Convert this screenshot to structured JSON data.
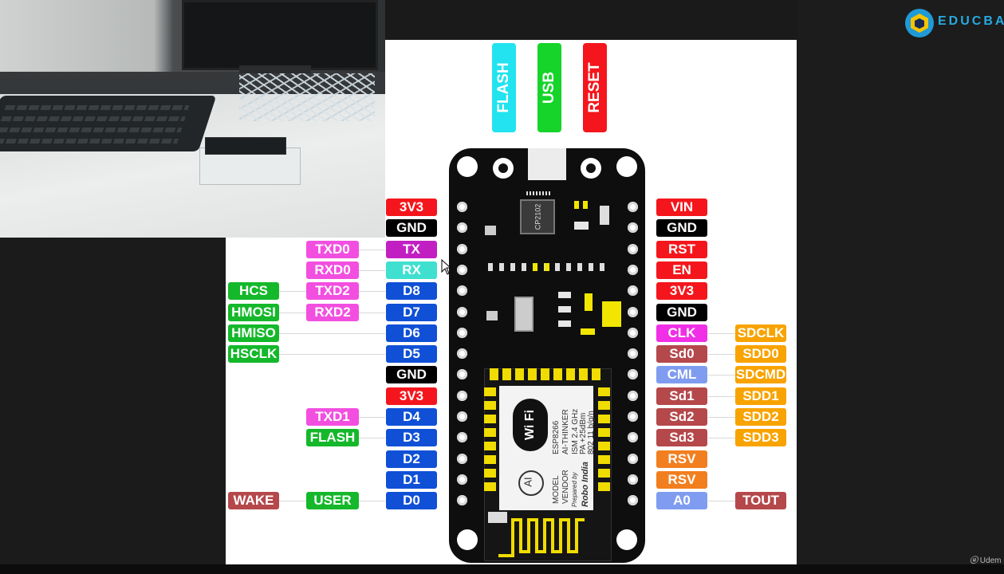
{
  "branding": {
    "logo_icon": "educba-shield-icon",
    "name": "EDUCBA",
    "watermark": "Udem"
  },
  "top_controls": [
    {
      "label": "FLASH",
      "color": "#22e3ef"
    },
    {
      "label": "USB",
      "color": "#16d42a"
    },
    {
      "label": "RESET",
      "color": "#f4161c"
    }
  ],
  "chips": {
    "usb_uart": "CP2102"
  },
  "module": {
    "wifi_badge": "Wi Fi",
    "lines": [
      "ESP8266",
      "AI-THINKER",
      "ISM 2.4 GHz",
      "PA +25dBm",
      "802 11 b/g/n"
    ],
    "model_label": "MODEL",
    "vendor_label": "VENDOR",
    "prepared_by": "Prepared by",
    "brand": "Robo India",
    "ai_logo": "AI"
  },
  "left_pins": [
    {
      "label": "3V3",
      "color": "#f4161c"
    },
    {
      "label": "GND",
      "color": "#000000"
    },
    {
      "label": "TX",
      "color": "#c21fc3",
      "alt": [
        {
          "label": "TXD0",
          "color": "#f24fe0"
        }
      ]
    },
    {
      "label": "RX",
      "color": "#3fe0d0",
      "alt": [
        {
          "label": "RXD0",
          "color": "#f24fe0"
        }
      ]
    },
    {
      "label": "D8",
      "color": "#1050d6",
      "alt": [
        {
          "label": "TXD2",
          "color": "#f24fe0"
        },
        {
          "label": "HCS",
          "color": "#14b82a"
        }
      ]
    },
    {
      "label": "D7",
      "color": "#1050d6",
      "alt": [
        {
          "label": "RXD2",
          "color": "#f24fe0"
        },
        {
          "label": "HMOSI",
          "color": "#14b82a"
        }
      ]
    },
    {
      "label": "D6",
      "color": "#1050d6",
      "alt": [
        {
          "label": "HMISO",
          "color": "#14b82a"
        }
      ]
    },
    {
      "label": "D5",
      "color": "#1050d6",
      "alt": [
        {
          "label": "HSCLK",
          "color": "#14b82a"
        }
      ]
    },
    {
      "label": "GND",
      "color": "#000000"
    },
    {
      "label": "3V3",
      "color": "#f4161c"
    },
    {
      "label": "D4",
      "color": "#1050d6",
      "alt": [
        {
          "label": "TXD1",
          "color": "#f24fe0"
        }
      ]
    },
    {
      "label": "D3",
      "color": "#1050d6",
      "alt": [
        {
          "label": "FLASH",
          "color": "#14b82a"
        }
      ]
    },
    {
      "label": "D2",
      "color": "#1050d6"
    },
    {
      "label": "D1",
      "color": "#1050d6"
    },
    {
      "label": "D0",
      "color": "#1050d6",
      "alt": [
        {
          "label": "USER",
          "color": "#14b82a"
        },
        {
          "label": "WAKE",
          "color": "#b5484b"
        }
      ]
    }
  ],
  "right_pins": [
    {
      "label": "VIN",
      "color": "#f4161c"
    },
    {
      "label": "GND",
      "color": "#000000"
    },
    {
      "label": "RST",
      "color": "#f4161c"
    },
    {
      "label": "EN",
      "color": "#f4161c"
    },
    {
      "label": "3V3",
      "color": "#f4161c"
    },
    {
      "label": "GND",
      "color": "#000000"
    },
    {
      "label": "CLK",
      "color": "#f02fe6",
      "alt": {
        "label": "SDCLK",
        "color": "#f8a300"
      }
    },
    {
      "label": "Sd0",
      "color": "#b5484b",
      "alt": {
        "label": "SDD0",
        "color": "#f8a300"
      }
    },
    {
      "label": "CML",
      "color": "#7f9cf0",
      "alt": {
        "label": "SDCMD",
        "color": "#f8a300"
      }
    },
    {
      "label": "Sd1",
      "color": "#b5484b",
      "alt": {
        "label": "SDD1",
        "color": "#f8a300"
      }
    },
    {
      "label": "Sd2",
      "color": "#b5484b",
      "alt": {
        "label": "SDD2",
        "color": "#f8a300"
      }
    },
    {
      "label": "Sd3",
      "color": "#b5484b",
      "alt": {
        "label": "SDD3",
        "color": "#f8a300"
      }
    },
    {
      "label": "RSV",
      "color": "#f27f1f"
    },
    {
      "label": "RSV",
      "color": "#f27f1f"
    },
    {
      "label": "A0",
      "color": "#7f9cf0",
      "alt": {
        "label": "TOUT",
        "color": "#b5484b"
      }
    }
  ]
}
